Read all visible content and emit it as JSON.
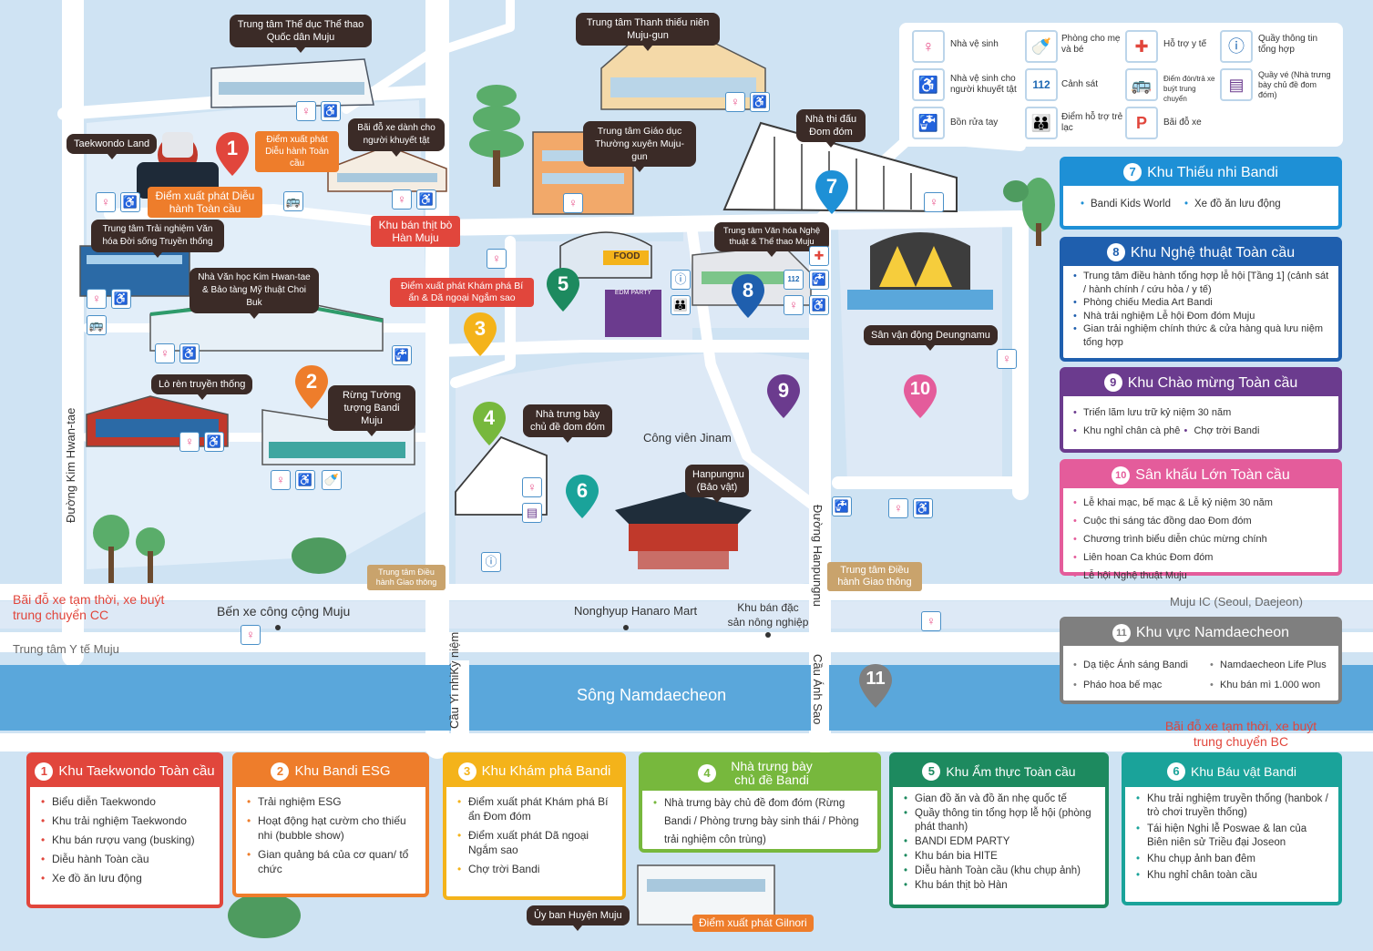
{
  "colors": {
    "water": "#cfe3f3",
    "land": "#e2eef9",
    "road": "#ffffff",
    "river": "#5aa7db",
    "zone1": "#e1463c",
    "zone2": "#ee7d2b",
    "zone3": "#f4b31a",
    "zone4": "#77b83d",
    "zone5": "#1d8a5f",
    "zone6": "#1aa39a",
    "zone7": "#1e90d6",
    "zone8": "#1f5fae",
    "zone9": "#6b3b8e",
    "zone10": "#e45c9b",
    "zone11": "#7f7f7f"
  },
  "legend": [
    {
      "icon": "restroom-icon",
      "label": "Nhà vệ sinh"
    },
    {
      "icon": "baby-bottle-icon",
      "label": "Phòng cho mẹ và bé"
    },
    {
      "icon": "first-aid-icon",
      "label": "Hỗ trợ y tế"
    },
    {
      "icon": "info-icon",
      "label": "Quầy thông tin tổng hợp"
    },
    {
      "icon": "accessible-restroom-icon",
      "label": "Nhà vệ sinh cho người khuyết tật"
    },
    {
      "icon": "police-112-icon",
      "label": "Cảnh sát"
    },
    {
      "icon": "shuttle-bus-icon",
      "label": "Điểm đón/trả xe buýt trung chuyển"
    },
    {
      "icon": "ticket-icon",
      "label": "Quầy vé (Nhà trưng bày chủ đề đom đóm)"
    },
    {
      "icon": "sink-icon",
      "label": "Bồn rửa tay"
    },
    {
      "icon": "lost-child-icon",
      "label": "Điểm hỗ trợ trẻ lạc"
    },
    {
      "icon": "parking-icon",
      "label": "Bãi đỗ xe"
    }
  ],
  "callouts": {
    "sports_center": "Trung tâm Thể dục Thể thao Quốc dân Muju",
    "youth_center": "Trung tâm Thanh thiếu niên Muju-gun",
    "taekwondo_land": "Taekwondo Land",
    "disabled_parking": "Bãi đỗ xe dành cho người khuyết tật",
    "lifelong_edu": "Trung tâm Giáo dục Thường xuyên Muju-gun",
    "firefly_dome": "Nhà thi đấu Đom đóm",
    "culture_center": "Trung tâm Trải nghiệm Văn hóa Đời sống Truyền thống",
    "literature_museum": "Nhà Văn học Kim Hwan-tae & Bảo tàng Mỹ thuật Choi Buk",
    "smithy": "Lò rèn truyền thống",
    "bandi_forest": "Rừng Tường tượng Bandi Muju",
    "firefly_hall": "Nhà trưng bày chủ đề đom đóm",
    "hanpungnu": "Hanpungnu (Bảo vật)",
    "deungnamu": "Sân vận động Deungnamu",
    "arts_sports_center": "Trung tâm Văn hóa Nghệ thuật & Thể thao Muju",
    "county_office": "Ủy ban Huyện Muju"
  },
  "starts": {
    "parade_small": "Điểm xuất phát Diễu hành Toàn cầu",
    "parade_big": "Điểm xuất phát Diễu hành Toàn cầu",
    "beef_zone": "Khu bán thịt bò Hàn Muju",
    "explore_start": "Điểm xuất phát Khám phá Bí ẩn & Dã ngoại Ngắm sao",
    "gilnori_start": "Điểm xuất phát Gilnori"
  },
  "ops": {
    "traffic1": "Trung tâm Điều hành Giao thông",
    "traffic2": "Trung tâm Điều hành Giao thông"
  },
  "labels": {
    "food": "FOOD",
    "edm_party": "EDM PARTY",
    "jinam_park": "Công viên Jinam",
    "bus_terminal": "Bến xe công cộng Muju",
    "hanaro_mart": "Nonghyup Hanaro Mart",
    "agri_market": "Khu bán đặc sản nông nghiệp",
    "river_name": "Sông Namdaecheon",
    "road_kim": "Đường Kim Hwan-tae",
    "bridge_memorial": "Cầu Yi nhiKỳ niệm",
    "road_hanpungnu": "Đường Hanpungnu",
    "bridge_anhsao": "Cầu Ánh Sao",
    "parking_cc": "Bãi đỗ xe tạm thời, xe buýt trung chuyển CC",
    "parking_bc": "Bãi đỗ xe tạm thời, xe buýt trung chuyển BC",
    "medical_center": "Trung tâm Y tế Muju",
    "muju_ic": "Muju IC (Seoul, Daejeon)"
  },
  "pins": [
    "1",
    "2",
    "3",
    "4",
    "5",
    "6",
    "7",
    "8",
    "9",
    "10",
    "11"
  ],
  "zones_right": [
    {
      "num": "7",
      "title": "Khu Thiếu nhi Bandi",
      "items": [
        "Bandi Kids World",
        "Xe đồ ăn lưu động"
      ]
    },
    {
      "num": "8",
      "title": "Khu Nghệ thuật Toàn cầu",
      "items": [
        "Trung tâm điều hành tổng hợp lễ hội [Tầng 1] (cảnh sát / hành chính / cứu hỏa / y tế)",
        "Phòng chiếu Media Art Bandi",
        "Nhà trải nghiệm Lễ hội Đom đóm Muju",
        "Gian trải nghiệm chính thức & cửa hàng quà lưu niệm tổng hợp"
      ]
    },
    {
      "num": "9",
      "title": "Khu Chào mừng Toàn cầu",
      "items": [
        "Triển lãm lưu trữ kỷ niệm 30 năm",
        "Khu nghỉ chân cà phê",
        "Chợ trời Bandi"
      ]
    },
    {
      "num": "10",
      "title": "Sân khấu Lớn Toàn cầu",
      "items": [
        "Lễ khai mạc, bế mạc & Lễ kỷ niệm 30 năm",
        "Cuộc thi sáng tác đồng dao Đom đóm",
        "Chương trình biểu diễn chúc mừng chính",
        "Liên hoan Ca khúc Đom đóm",
        "Lễ hội Nghệ thuật Muju"
      ]
    },
    {
      "num": "11",
      "title": "Khu vực Namdaecheon",
      "items": [
        "Dạ tiệc Ánh sáng Bandi",
        "Namdaecheon Life Plus",
        "Pháo hoa bế mạc",
        "Khu bán mì 1.000 won"
      ]
    }
  ],
  "zones_bottom": [
    {
      "num": "1",
      "title": "Khu Taekwondo Toàn cầu",
      "items": [
        "Biểu diễn Taekwondo",
        "Khu trải nghiệm Taekwondo",
        "Khu bán rượu vang (busking)",
        "Diễu hành Toàn cầu",
        "Xe đồ ăn lưu động"
      ]
    },
    {
      "num": "2",
      "title": "Khu Bandi ESG",
      "items": [
        "Trải nghiệm ESG",
        "Hoạt động hạt cườm cho thiếu nhi (bubble show)",
        "Gian quảng bá của cơ quan/ tổ chức"
      ]
    },
    {
      "num": "3",
      "title": "Khu Khám phá Bandi",
      "items": [
        "Điểm xuất phát Khám phá Bí ẩn Đom đóm",
        "Điểm xuất phát Dã ngoại Ngắm sao",
        "Chợ trời Bandi"
      ]
    },
    {
      "num": "4",
      "title": "Nhà trưng bày chủ đề Bandi",
      "items": [
        "Nhà trưng bày chủ đề đom đóm (Rừng Bandi / Phòng trưng bày sinh thái / Phòng trải nghiệm côn trùng)"
      ]
    },
    {
      "num": "5",
      "title": "Khu Ẩm thực Toàn cầu",
      "items": [
        "Gian đồ ăn và đồ ăn nhẹ quốc tế",
        "Quầy thông tin tổng hợp lễ hội (phòng phát thanh)",
        "BANDI EDM PARTY",
        "Khu bán bia HITE",
        "Diễu hành Toàn cầu (khu chụp ảnh)",
        "Khu bán thịt bò Hàn"
      ]
    },
    {
      "num": "6",
      "title": "Khu Báu vật Bandi",
      "items": [
        "Khu trải nghiệm truyền thống (hanbok / trò chơi truyền thống)",
        "Tái hiện Nghi lễ Poswae & lan của Biên niên sử Triều đại Joseon",
        "Khu chụp ảnh ban đêm",
        "Khu nghỉ chân toàn cầu"
      ]
    }
  ]
}
